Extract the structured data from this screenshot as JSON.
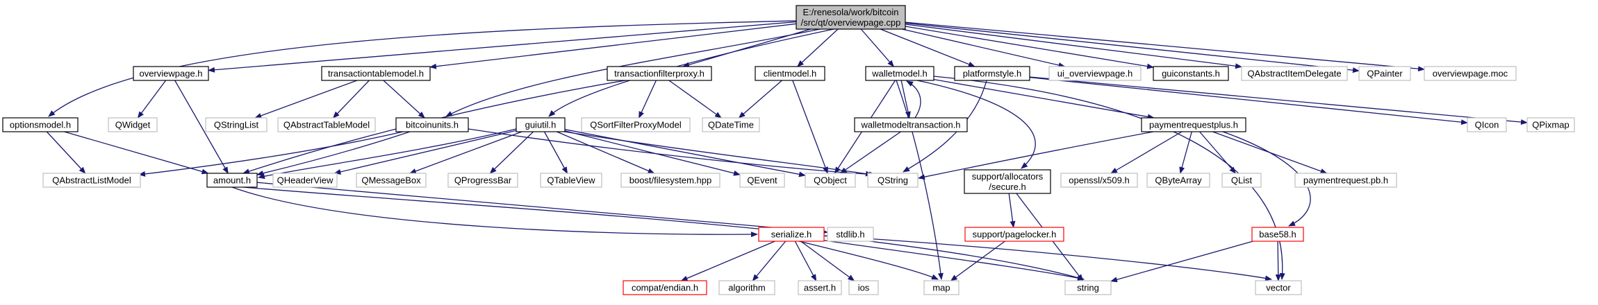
{
  "colors": {
    "edge": "#191970",
    "root_fill": "#bfbfbf",
    "border_documented": "#000000",
    "border_external": "#bfbfbf",
    "border_truncated": "#ff0000"
  },
  "nodes": [
    {
      "id": "root",
      "lines": [
        "E:/renesola/work/bitcoin",
        "/src/qt/overviewpage.cpp"
      ],
      "kind": "root"
    },
    {
      "id": "overviewpage_h",
      "lines": [
        "overviewpage.h"
      ],
      "kind": "documented"
    },
    {
      "id": "transactiontablemodel_h",
      "lines": [
        "transactiontablemodel.h"
      ],
      "kind": "documented"
    },
    {
      "id": "transactionfilterproxy_h",
      "lines": [
        "transactionfilterproxy.h"
      ],
      "kind": "documented"
    },
    {
      "id": "clientmodel_h",
      "lines": [
        "clientmodel.h"
      ],
      "kind": "documented"
    },
    {
      "id": "walletmodel_h",
      "lines": [
        "walletmodel.h"
      ],
      "kind": "documented"
    },
    {
      "id": "platformstyle_h",
      "lines": [
        "platformstyle.h"
      ],
      "kind": "documented"
    },
    {
      "id": "ui_overviewpage_h",
      "lines": [
        "ui_overviewpage.h"
      ],
      "kind": "external"
    },
    {
      "id": "guiconstants_h",
      "lines": [
        "guiconstants.h"
      ],
      "kind": "documented"
    },
    {
      "id": "QAbstractItemDelegate",
      "lines": [
        "QAbstractItemDelegate"
      ],
      "kind": "external"
    },
    {
      "id": "QPainter",
      "lines": [
        "QPainter"
      ],
      "kind": "external"
    },
    {
      "id": "overviewpage_moc",
      "lines": [
        "overviewpage.moc"
      ],
      "kind": "external"
    },
    {
      "id": "QWidget",
      "lines": [
        "QWidget"
      ],
      "kind": "external"
    },
    {
      "id": "QStringList",
      "lines": [
        "QStringList"
      ],
      "kind": "external"
    },
    {
      "id": "QAbstractTableModel",
      "lines": [
        "QAbstractTableModel"
      ],
      "kind": "external"
    },
    {
      "id": "QSortFilterProxyModel",
      "lines": [
        "QSortFilterProxyModel"
      ],
      "kind": "external"
    },
    {
      "id": "QDateTime",
      "lines": [
        "QDateTime"
      ],
      "kind": "external"
    },
    {
      "id": "walletmodeltransaction_h",
      "lines": [
        "walletmodeltransaction.h"
      ],
      "kind": "documented"
    },
    {
      "id": "paymentrequestplus_h",
      "lines": [
        "paymentrequestplus.h"
      ],
      "kind": "documented"
    },
    {
      "id": "QIcon",
      "lines": [
        "QIcon"
      ],
      "kind": "external"
    },
    {
      "id": "QPixmap",
      "lines": [
        "QPixmap"
      ],
      "kind": "external"
    },
    {
      "id": "optionsmodel_h",
      "lines": [
        "optionsmodel.h"
      ],
      "kind": "documented"
    },
    {
      "id": "bitcoinunits_h",
      "lines": [
        "bitcoinunits.h"
      ],
      "kind": "documented"
    },
    {
      "id": "guiutil_h",
      "lines": [
        "guiutil.h"
      ],
      "kind": "documented"
    },
    {
      "id": "QAbstractListModel",
      "lines": [
        "QAbstractListModel"
      ],
      "kind": "external"
    },
    {
      "id": "amount_h",
      "lines": [
        "amount.h"
      ],
      "kind": "documented"
    },
    {
      "id": "QHeaderView",
      "lines": [
        "QHeaderView"
      ],
      "kind": "external"
    },
    {
      "id": "QMessageBox",
      "lines": [
        "QMessageBox"
      ],
      "kind": "external"
    },
    {
      "id": "QProgressBar",
      "lines": [
        "QProgressBar"
      ],
      "kind": "external"
    },
    {
      "id": "QTableView",
      "lines": [
        "QTableView"
      ],
      "kind": "external"
    },
    {
      "id": "boost_filesystem_hpp",
      "lines": [
        "boost/filesystem.hpp"
      ],
      "kind": "external"
    },
    {
      "id": "QEvent",
      "lines": [
        "QEvent"
      ],
      "kind": "external"
    },
    {
      "id": "QObject",
      "lines": [
        "QObject"
      ],
      "kind": "external"
    },
    {
      "id": "QString",
      "lines": [
        "QString"
      ],
      "kind": "external"
    },
    {
      "id": "support_allocators_secure_h",
      "lines": [
        "support/allocators",
        "/secure.h"
      ],
      "kind": "documented"
    },
    {
      "id": "openssl_x509_h",
      "lines": [
        "openssl/x509.h"
      ],
      "kind": "external"
    },
    {
      "id": "QByteArray",
      "lines": [
        "QByteArray"
      ],
      "kind": "external"
    },
    {
      "id": "QList",
      "lines": [
        "QList"
      ],
      "kind": "external"
    },
    {
      "id": "paymentrequest_pb_h",
      "lines": [
        "paymentrequest.pb.h"
      ],
      "kind": "external"
    },
    {
      "id": "stdlib_h",
      "lines": [
        "stdlib.h"
      ],
      "kind": "external"
    },
    {
      "id": "serialize_h",
      "lines": [
        "serialize.h"
      ],
      "kind": "truncated"
    },
    {
      "id": "support_pagelocker_h",
      "lines": [
        "support/pagelocker.h"
      ],
      "kind": "truncated"
    },
    {
      "id": "base58_h",
      "lines": [
        "base58.h"
      ],
      "kind": "truncated"
    },
    {
      "id": "compat_endian_h",
      "lines": [
        "compat/endian.h"
      ],
      "kind": "truncated"
    },
    {
      "id": "algorithm",
      "lines": [
        "algorithm"
      ],
      "kind": "external"
    },
    {
      "id": "assert_h",
      "lines": [
        "assert.h"
      ],
      "kind": "external"
    },
    {
      "id": "ios",
      "lines": [
        "ios"
      ],
      "kind": "external"
    },
    {
      "id": "map",
      "lines": [
        "map"
      ],
      "kind": "external"
    },
    {
      "id": "string",
      "lines": [
        "string"
      ],
      "kind": "external"
    },
    {
      "id": "vector",
      "lines": [
        "vector"
      ],
      "kind": "external"
    }
  ],
  "edges": [
    [
      "root",
      "overviewpage_h"
    ],
    [
      "root",
      "transactiontablemodel_h"
    ],
    [
      "root",
      "transactionfilterproxy_h"
    ],
    [
      "root",
      "clientmodel_h"
    ],
    [
      "root",
      "walletmodel_h"
    ],
    [
      "root",
      "platformstyle_h"
    ],
    [
      "root",
      "ui_overviewpage_h"
    ],
    [
      "root",
      "guiconstants_h"
    ],
    [
      "root",
      "QAbstractItemDelegate"
    ],
    [
      "root",
      "QPainter"
    ],
    [
      "root",
      "overviewpage_moc"
    ],
    [
      "root",
      "optionsmodel_h"
    ],
    [
      "root",
      "bitcoinunits_h"
    ],
    [
      "root",
      "guiutil_h"
    ],
    [
      "overviewpage_h",
      "QWidget"
    ],
    [
      "overviewpage_h",
      "amount_h"
    ],
    [
      "transactiontablemodel_h",
      "QStringList"
    ],
    [
      "transactiontablemodel_h",
      "QAbstractTableModel"
    ],
    [
      "transactiontablemodel_h",
      "bitcoinunits_h"
    ],
    [
      "transactionfilterproxy_h",
      "QSortFilterProxyModel"
    ],
    [
      "transactionfilterproxy_h",
      "QDateTime"
    ],
    [
      "transactionfilterproxy_h",
      "amount_h"
    ],
    [
      "clientmodel_h",
      "QDateTime"
    ],
    [
      "clientmodel_h",
      "QObject"
    ],
    [
      "walletmodel_h",
      "walletmodeltransaction_h"
    ],
    [
      "walletmodel_h",
      "paymentrequestplus_h"
    ],
    [
      "walletmodel_h",
      "QObject"
    ],
    [
      "walletmodel_h",
      "support_allocators_secure_h"
    ],
    [
      "walletmodel_h",
      "map"
    ],
    [
      "walletmodel_h",
      "vector"
    ],
    [
      "platformstyle_h",
      "QIcon"
    ],
    [
      "platformstyle_h",
      "QPixmap"
    ],
    [
      "platformstyle_h",
      "QString"
    ],
    [
      "walletmodeltransaction_h",
      "walletmodel_h"
    ],
    [
      "walletmodeltransaction_h",
      "QObject"
    ],
    [
      "paymentrequestplus_h",
      "QString"
    ],
    [
      "paymentrequestplus_h",
      "openssl_x509_h"
    ],
    [
      "paymentrequestplus_h",
      "QByteArray"
    ],
    [
      "paymentrequestplus_h",
      "QList"
    ],
    [
      "paymentrequestplus_h",
      "paymentrequest_pb_h"
    ],
    [
      "paymentrequestplus_h",
      "base58_h"
    ],
    [
      "optionsmodel_h",
      "QAbstractListModel"
    ],
    [
      "optionsmodel_h",
      "amount_h"
    ],
    [
      "bitcoinunits_h",
      "QAbstractListModel"
    ],
    [
      "bitcoinunits_h",
      "amount_h"
    ],
    [
      "bitcoinunits_h",
      "QString"
    ],
    [
      "guiutil_h",
      "amount_h"
    ],
    [
      "guiutil_h",
      "QHeaderView"
    ],
    [
      "guiutil_h",
      "QMessageBox"
    ],
    [
      "guiutil_h",
      "QProgressBar"
    ],
    [
      "guiutil_h",
      "QTableView"
    ],
    [
      "guiutil_h",
      "boost_filesystem_hpp"
    ],
    [
      "guiutil_h",
      "QEvent"
    ],
    [
      "guiutil_h",
      "QObject"
    ],
    [
      "guiutil_h",
      "QString"
    ],
    [
      "amount_h",
      "serialize_h"
    ],
    [
      "amount_h",
      "stdlib_h"
    ],
    [
      "amount_h",
      "string"
    ],
    [
      "support_allocators_secure_h",
      "support_pagelocker_h"
    ],
    [
      "support_allocators_secure_h",
      "string"
    ],
    [
      "support_pagelocker_h",
      "map"
    ],
    [
      "base58_h",
      "string"
    ],
    [
      "base58_h",
      "vector"
    ],
    [
      "serialize_h",
      "compat_endian_h"
    ],
    [
      "serialize_h",
      "algorithm"
    ],
    [
      "serialize_h",
      "assert_h"
    ],
    [
      "serialize_h",
      "ios"
    ],
    [
      "serialize_h",
      "map"
    ],
    [
      "serialize_h",
      "string"
    ],
    [
      "serialize_h",
      "vector"
    ]
  ]
}
